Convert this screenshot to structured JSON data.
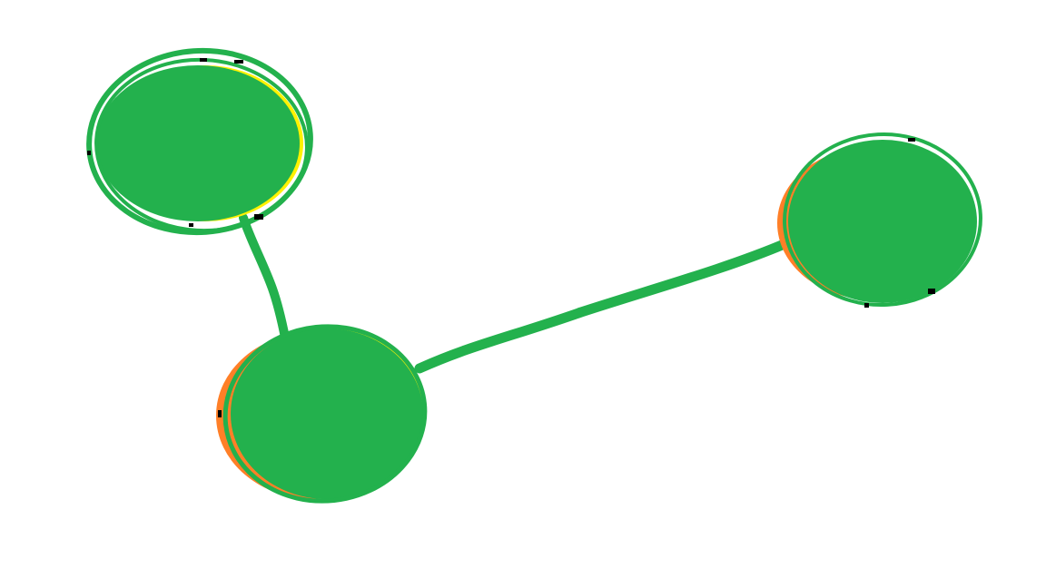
{
  "colors": {
    "background": "#ffffff",
    "primary_green": "#23b14d",
    "accent_yellow": "#fff200",
    "accent_orange": "#ff7f27",
    "speck_black": "#000000"
  },
  "graph": {
    "nodes": [
      {
        "id": "node-a",
        "label": ""
      },
      {
        "id": "node-b",
        "label": ""
      },
      {
        "id": "node-c",
        "label": ""
      }
    ],
    "edges": [
      {
        "id": "edge-a-b",
        "from": "node-a",
        "to": "node-b"
      },
      {
        "id": "edge-b-c",
        "from": "node-b",
        "to": "node-c"
      }
    ]
  }
}
